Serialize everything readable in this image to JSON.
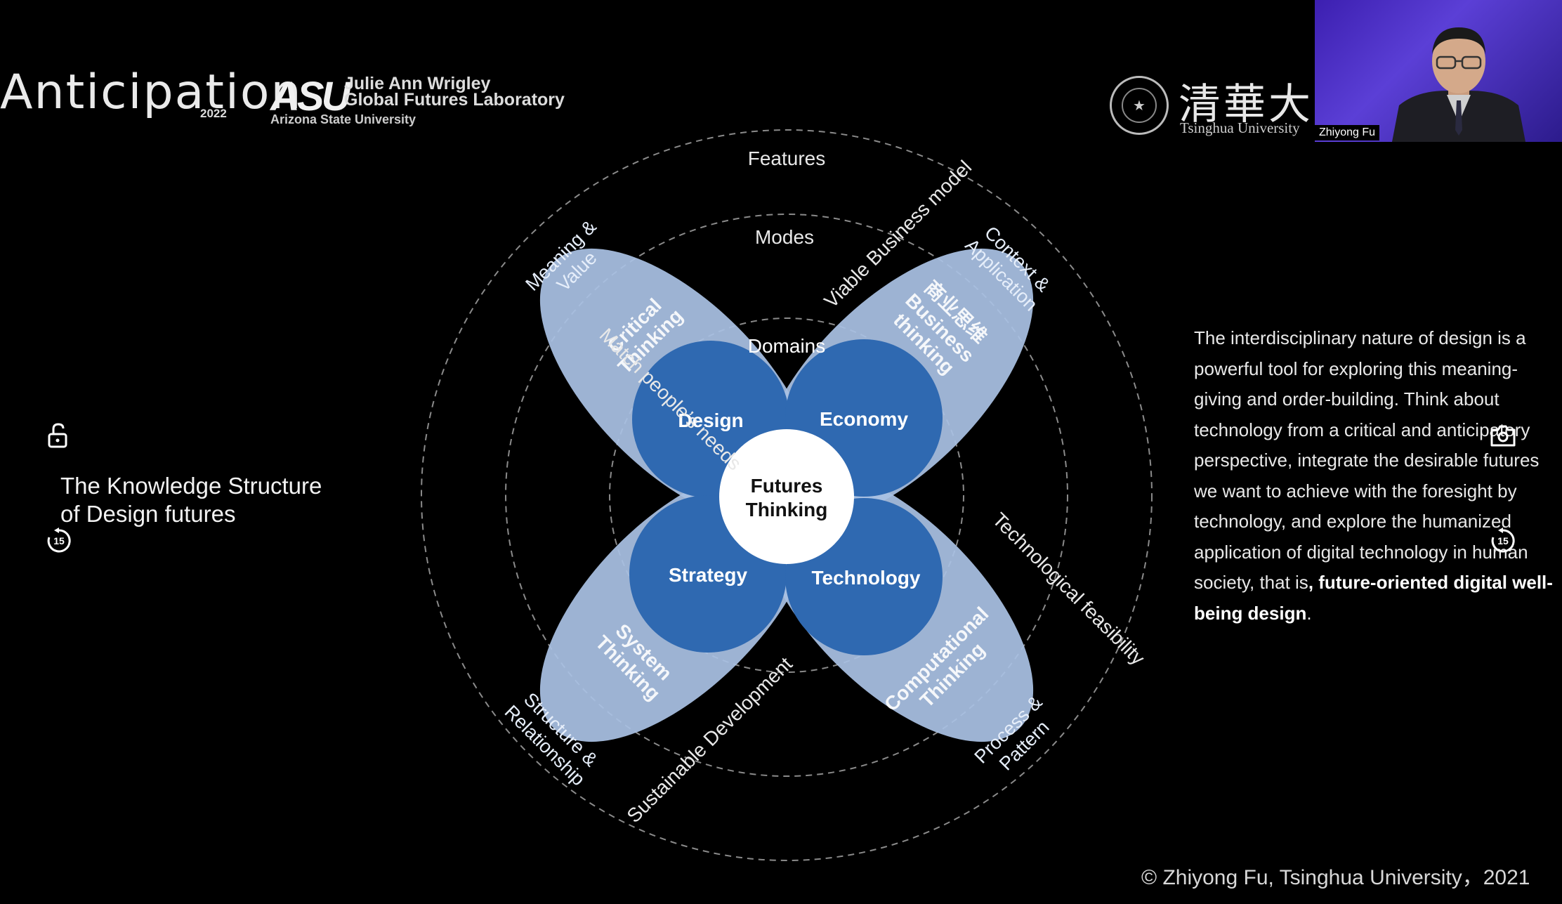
{
  "header": {
    "anticipation_logo": "Anticipation",
    "anticipation_year": "2022",
    "asu_mark": "ASU",
    "asu_lab_line1": "Julie Ann Wrigley",
    "asu_lab_line2": "Global Futures Laboratory",
    "asu_university": "Arizona State University",
    "tsinghua_chinese": "清華大學",
    "tsinghua_english": "Tsinghua University"
  },
  "video": {
    "participant_name": "Zhiyong Fu"
  },
  "slide": {
    "title_line1": "The Knowledge Structure",
    "title_line2": "of Design futures",
    "description_part1": "The interdisciplinary nature of design is a powerful tool for exploring this meaning-giving and order-building. Think about technology from a critical and anticipatory perspective, integrate the desirable futures we want to achieve with the foresight by technology, and explore the humanized application of digital technology in human society, that is",
    "description_bold": ", future-oriented digital well-being design",
    "description_end": ".",
    "copyright": "© Zhiyong Fu, Tsinghua University，2021"
  },
  "diagram": {
    "center": [
      "Futures",
      "Thinking"
    ],
    "rings": {
      "features": "Features",
      "modes": "Modes",
      "domains": "Domains"
    },
    "inner_circles": {
      "design": "Design",
      "economy": "Economy",
      "strategy": "Strategy",
      "technology": "Technology"
    },
    "petal_modes": {
      "critical": [
        "Critical",
        "Thinking"
      ],
      "business": [
        "商业思维",
        "Business",
        "thinking"
      ],
      "system": [
        "System",
        "Thinking"
      ],
      "computational": [
        "Computational",
        "Thinking"
      ]
    },
    "petal_features": {
      "meaning": [
        "Meaning &",
        "Value"
      ],
      "context": [
        "Context &",
        "Application"
      ],
      "structure": [
        "Structure &",
        "Relationship"
      ],
      "process": [
        "Process &",
        "Pattern"
      ]
    },
    "diagonals": {
      "viable": "Viable Business model",
      "match": "Match people’s needs",
      "technological": "Technological feasibility",
      "sustainable": "Sustainable Development"
    },
    "colors": {
      "petal": "#a9c1e3",
      "circle": "#2f69b1",
      "center": "#ffffff"
    }
  },
  "controls": {
    "lock_icon": "unlock-icon",
    "camera_icon": "camera-icon",
    "replay_icon": "replay-15-icon",
    "replay_label": "15"
  }
}
